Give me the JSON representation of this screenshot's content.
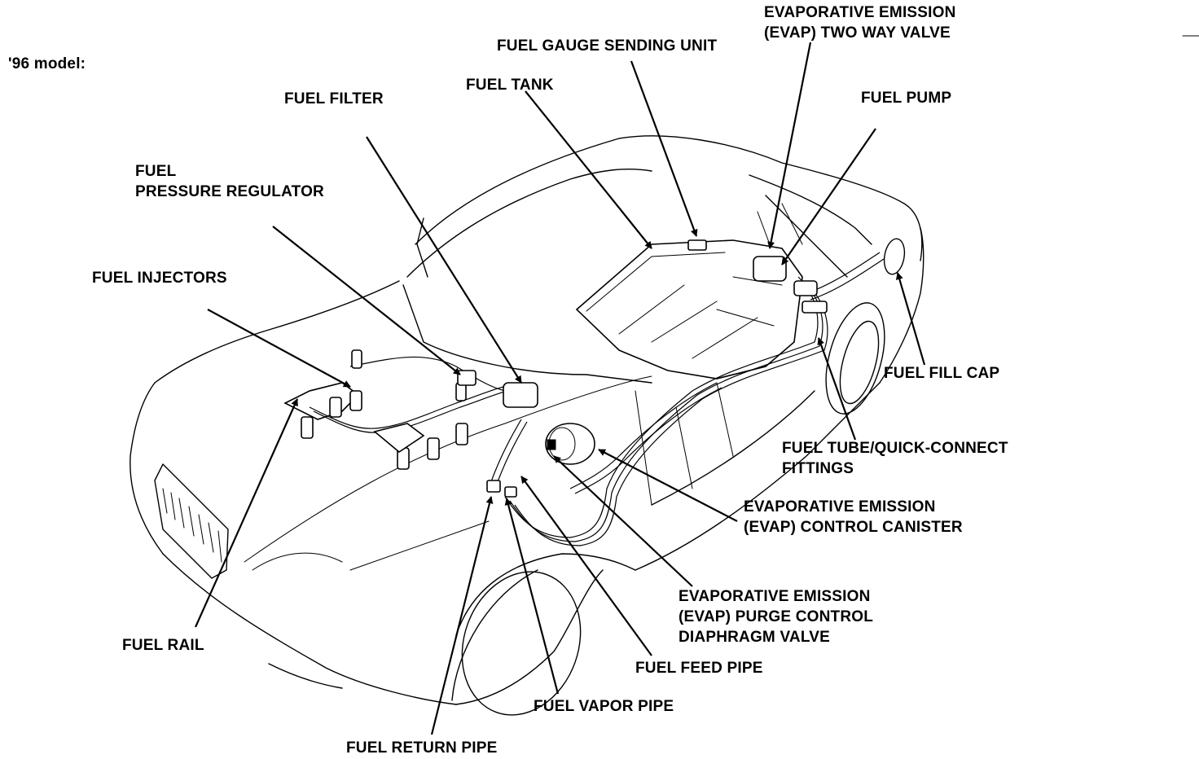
{
  "model_note": "'96 model:",
  "labels": {
    "evap_two_way_valve": [
      "EVAPORATIVE EMISSION",
      "(EVAP) TWO WAY VALVE"
    ],
    "fuel_gauge_sending_unit": "FUEL GAUGE SENDING UNIT",
    "fuel_tank": "FUEL TANK",
    "fuel_filter": "FUEL FILTER",
    "fuel_pump": "FUEL PUMP",
    "fuel_pressure_regulator": [
      "FUEL",
      "PRESSURE REGULATOR"
    ],
    "fuel_injectors": "FUEL INJECTORS",
    "fuel_fill_cap": "FUEL FILL CAP",
    "fuel_tube_quick_connect": [
      "FUEL TUBE/QUICK-CONNECT",
      "FITTINGS"
    ],
    "evap_control_canister": [
      "EVAPORATIVE EMISSION",
      "(EVAP) CONTROL CANISTER"
    ],
    "evap_purge_control_valve": [
      "EVAPORATIVE EMISSION",
      "(EVAP) PURGE CONTROL",
      "DIAPHRAGM VALVE"
    ],
    "fuel_rail": "FUEL RAIL",
    "fuel_feed_pipe": "FUEL FEED PIPE",
    "fuel_vapor_pipe": "FUEL VAPOR PIPE",
    "fuel_return_pipe": "FUEL RETURN PIPE"
  }
}
